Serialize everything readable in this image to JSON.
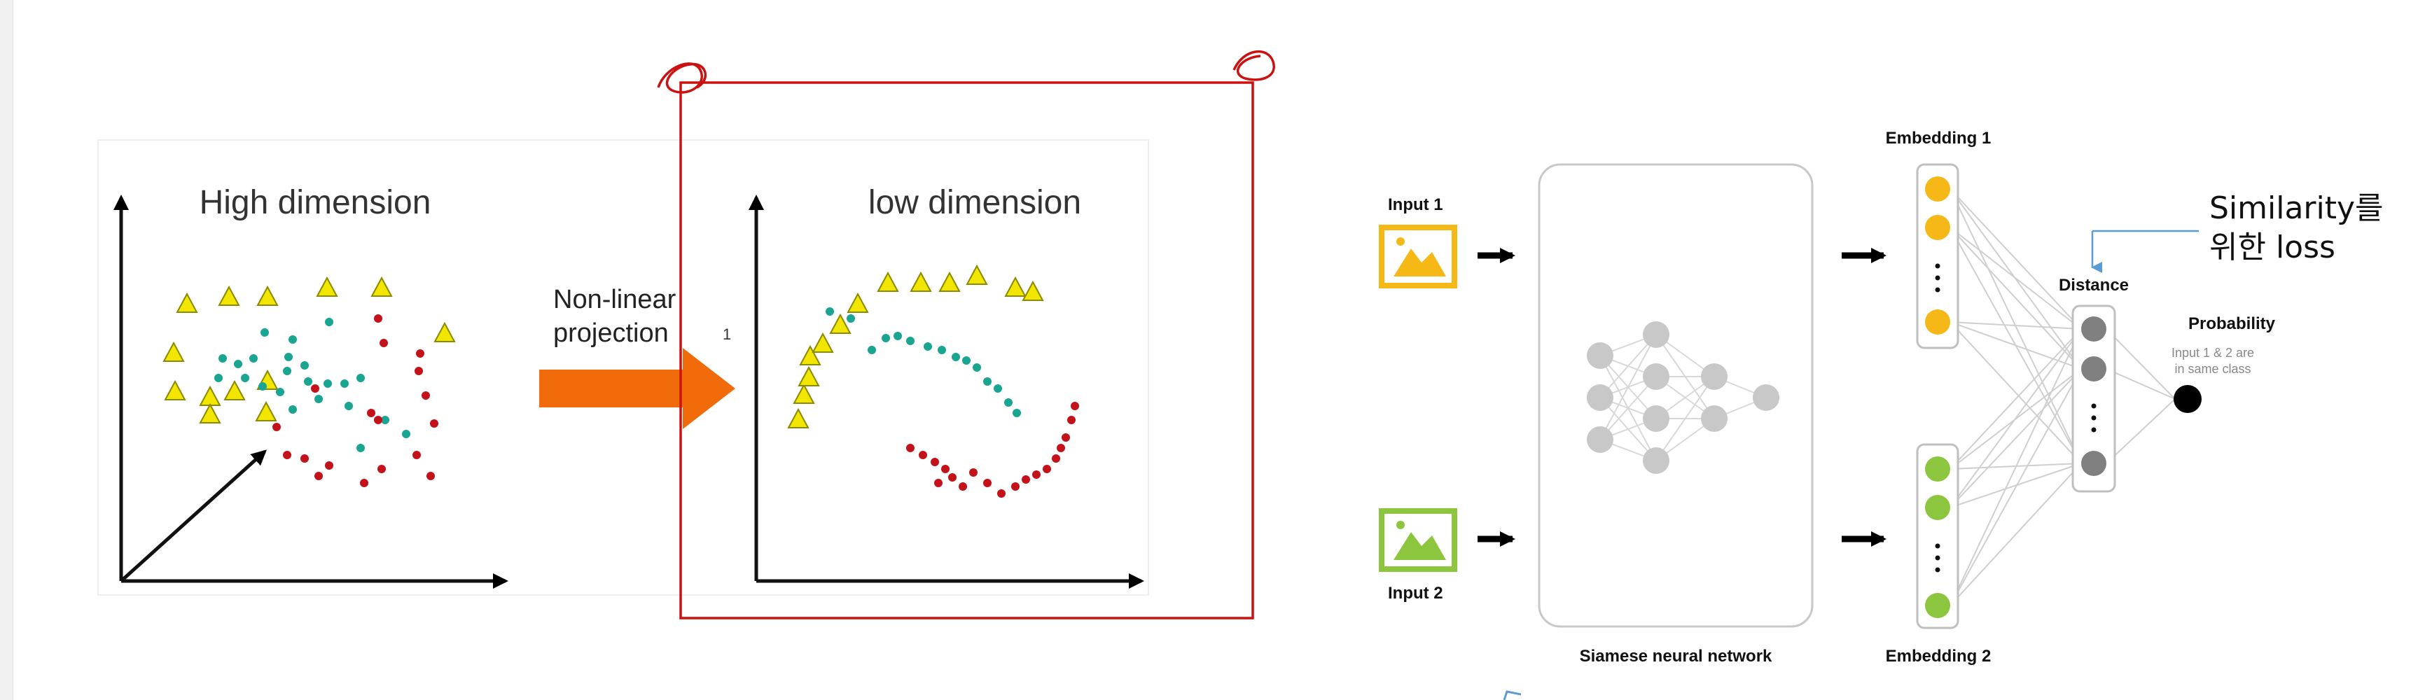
{
  "left_figure": {
    "high_title": "High dimension",
    "low_title": "low dimension",
    "arrow_label_line1": "Non-linear",
    "arrow_label_line2": "projection",
    "stray_mark": "1"
  },
  "siamese": {
    "input1_label": "Input 1",
    "input2_label": "Input 2",
    "network_label": "Siamese neural network",
    "embedding1_label": "Embedding 1",
    "embedding2_label": "Embedding 2",
    "distance_label": "Distance",
    "probability_label": "Probability",
    "probability_note_line1": "Input 1 & 2 are",
    "probability_note_line2": "in same class",
    "annotation_line1": "Similarity를",
    "annotation_line2": "위한 loss"
  },
  "colors": {
    "triangle": "#f2e600",
    "teal": "#1aa593",
    "red": "#c4121a",
    "projection_arrow": "#f26b0a",
    "annotation_box": "#cc1111",
    "embedding1": "#f6b817",
    "embedding2": "#8cc63f",
    "neuron": "#c8c8c8",
    "distance_node": "#808080",
    "annotation_line": "#5b9bd5"
  }
}
